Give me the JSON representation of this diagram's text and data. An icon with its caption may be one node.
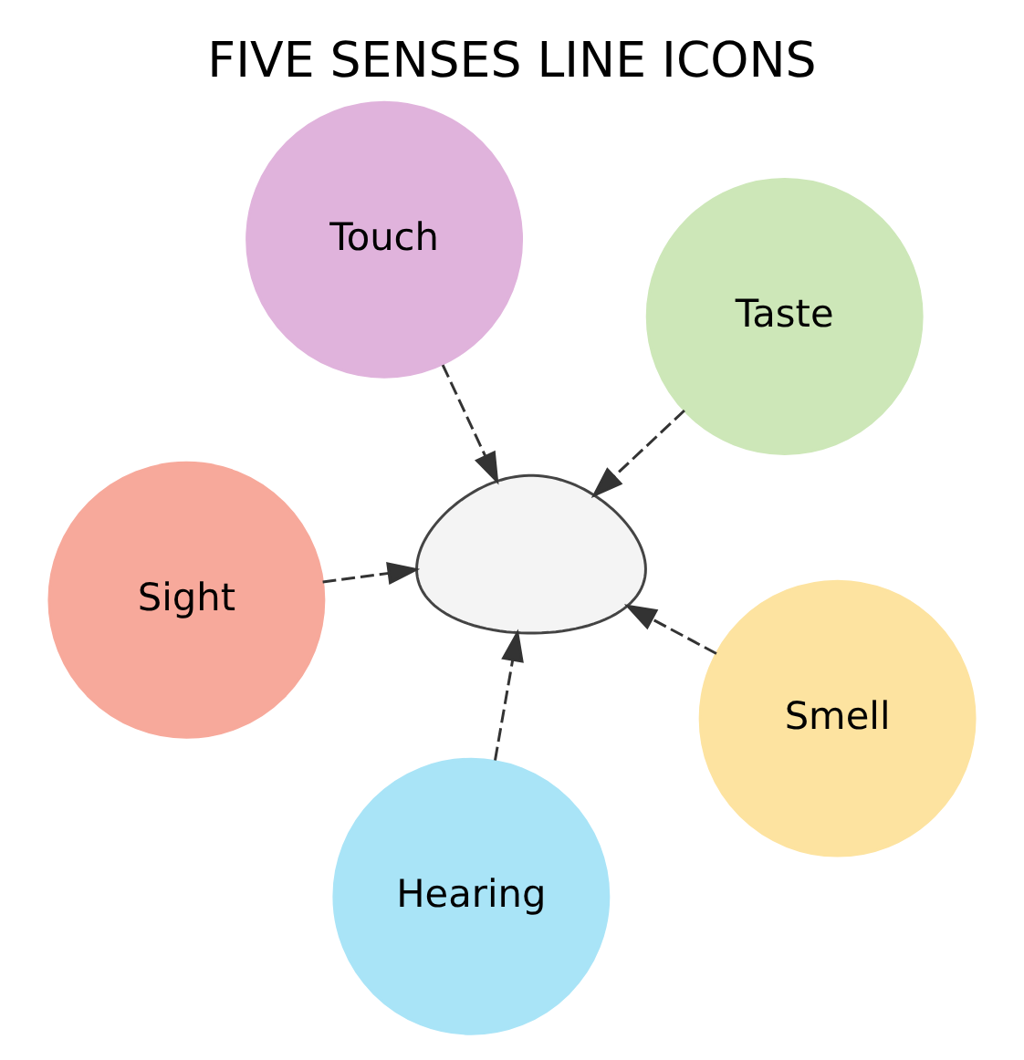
{
  "diagram": {
    "title": "FIVE SENSES LINE ICONS",
    "nodes": [
      {
        "text": [
          "Sight"
        ]
      },
      {
        "text": [
          "Smell"
        ]
      },
      {
        "text": [
          "Hearing"
        ]
      },
      {
        "text": [
          "Touch"
        ]
      },
      {
        "text": [
          "Taste"
        ]
      },
      {
        "text": [],
        "shape": "brain"
      }
    ],
    "edges": [
      {
        "from": 0,
        "to": 5,
        "arrow": "to",
        "style": "dashed"
      },
      {
        "from": 1,
        "to": 5,
        "arrow": "to",
        "style": "dashed"
      },
      {
        "from": 2,
        "to": 5,
        "arrow": "to",
        "style": "dashed"
      },
      {
        "from": 3,
        "to": 5,
        "arrow": "to",
        "style": "dashed"
      },
      {
        "from": 4,
        "to": 5,
        "arrow": "to",
        "style": "dashed"
      }
    ]
  }
}
